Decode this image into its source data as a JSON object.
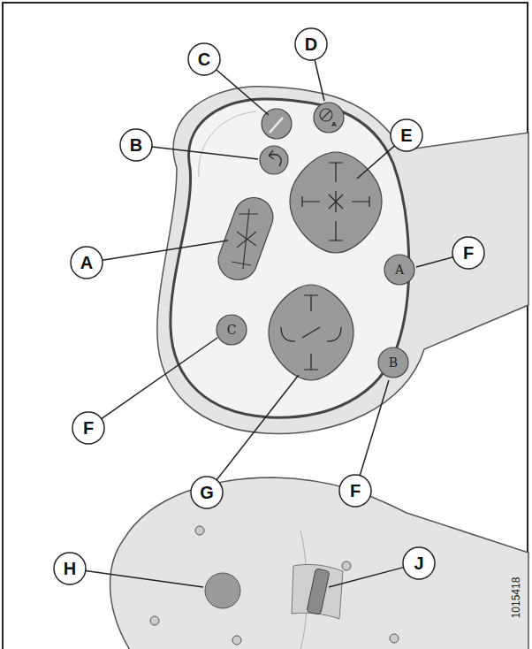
{
  "diagram": {
    "labels": [
      "C",
      "D",
      "B",
      "E",
      "A",
      "F",
      "F",
      "G",
      "F",
      "H",
      "J",
      "A",
      "C",
      "B",
      "A",
      "1015418"
    ]
  }
}
